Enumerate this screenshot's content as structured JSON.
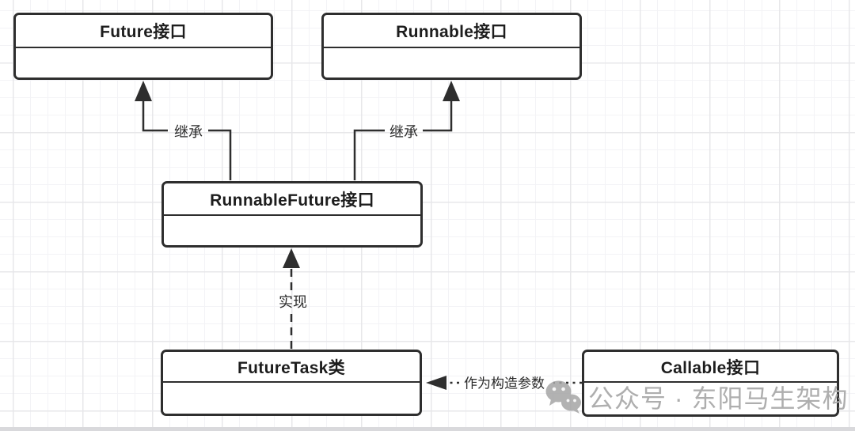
{
  "diagram": {
    "type": "uml-class-diagram",
    "boxes": {
      "future": {
        "title": "Future接口"
      },
      "runnable": {
        "title": "Runnable接口"
      },
      "runnable_future": {
        "title": "RunnableFuture接口"
      },
      "future_task": {
        "title": "FutureTask类"
      },
      "callable": {
        "title": "Callable接口"
      }
    },
    "edges": {
      "inherit_left": {
        "label": "继承",
        "style": "solid-arrow",
        "from": "runnable_future",
        "to": "future"
      },
      "inherit_right": {
        "label": "继承",
        "style": "solid-arrow",
        "from": "runnable_future",
        "to": "runnable"
      },
      "implement": {
        "label": "实现",
        "style": "dashed-arrow",
        "from": "future_task",
        "to": "runnable_future"
      },
      "constructor_param": {
        "label": "作为构造参数",
        "style": "dotted-arrow",
        "from": "callable",
        "to": "future_task"
      }
    },
    "colors": {
      "stroke": "#2e2e2e",
      "box_fill": "#ffffff",
      "grid_minor": "#f3f3f6",
      "grid_major": "#e7e7ea",
      "watermark": "#aeaeae"
    }
  },
  "watermark": {
    "icon": "wechat-icon",
    "text": "公众号 · 东阳马生架构"
  }
}
